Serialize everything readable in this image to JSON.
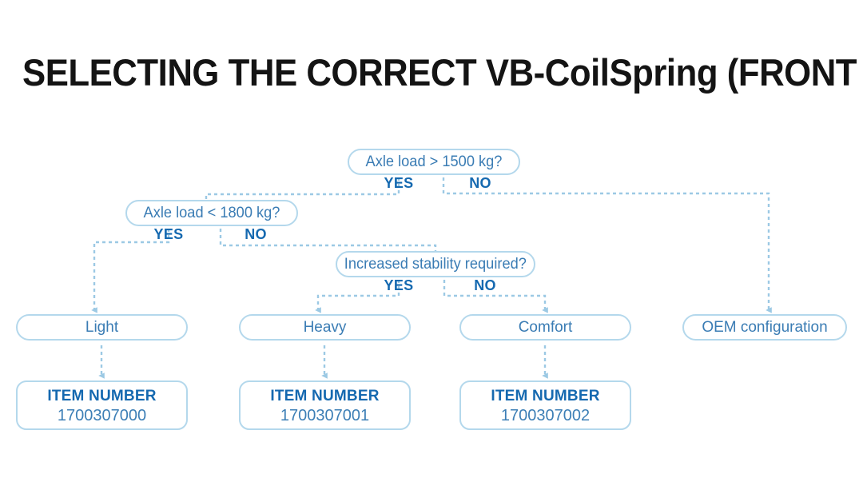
{
  "page": {
    "title": "SELECTING THE CORRECT VB-CoilSpring (FRONT AXLE)",
    "background_color": "#ffffff",
    "title_color": "#141414"
  },
  "theme": {
    "border_color": "#b4d8ec",
    "node_text_color": "#3a7cb4",
    "label_color": "#1569b0",
    "connector_color": "#9cc9e4",
    "item_number_color": "#3d7fb6"
  },
  "flow": {
    "type": "decision-tree",
    "decisions": [
      {
        "id": "d1",
        "text": "Axle load > 1500 kg?",
        "yes_label": "YES",
        "no_label": "NO",
        "yes_target": "d2",
        "no_target": "r4"
      },
      {
        "id": "d2",
        "text": "Axle load < 1800 kg?",
        "yes_label": "YES",
        "no_label": "NO",
        "yes_target": "r1",
        "no_target": "d3"
      },
      {
        "id": "d3",
        "text": "Increased stability required?",
        "yes_label": "YES",
        "no_label": "NO",
        "yes_target": "r2",
        "no_target": "r3"
      }
    ],
    "results": [
      {
        "id": "r1",
        "text": "Light"
      },
      {
        "id": "r2",
        "text": "Heavy"
      },
      {
        "id": "r3",
        "text": "Comfort"
      },
      {
        "id": "r4",
        "text": "OEM configuration"
      }
    ],
    "item_boxes": [
      {
        "id": "i1",
        "heading": "ITEM NUMBER",
        "number": "1700307000",
        "source": "r1"
      },
      {
        "id": "i2",
        "heading": "ITEM NUMBER",
        "number": "1700307001",
        "source": "r2"
      },
      {
        "id": "i3",
        "heading": "ITEM NUMBER",
        "number": "1700307002",
        "source": "r3"
      }
    ]
  }
}
